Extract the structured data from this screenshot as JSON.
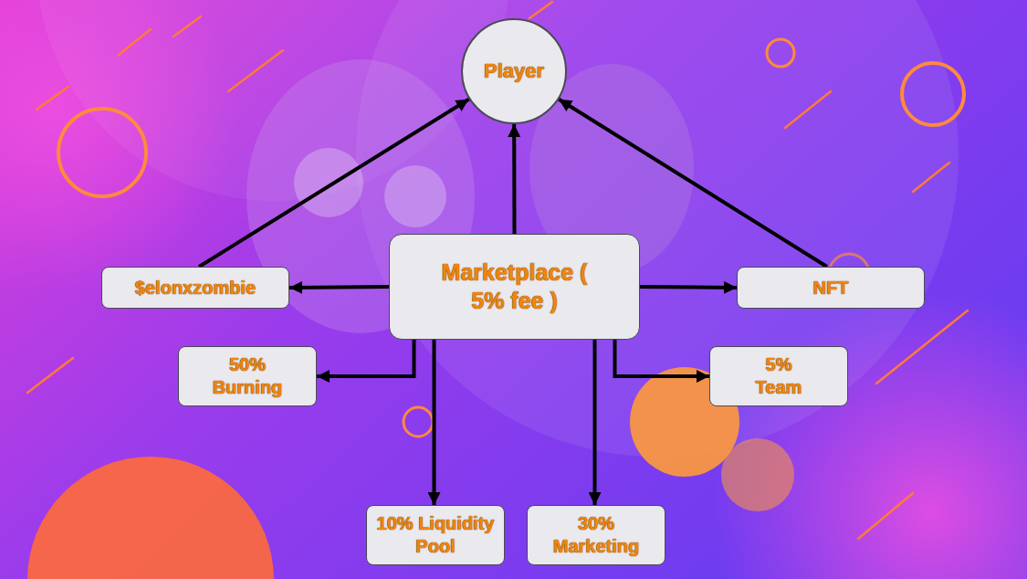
{
  "diagram": {
    "nodes": [
      {
        "text": [
          "Player"
        ]
      },
      {
        "text": [
          "$elonxzombie"
        ]
      },
      {
        "text": [
          "Marketplace ( 5% fee )"
        ]
      },
      {
        "text": [
          "NFT"
        ]
      },
      {
        "text": [
          "50% Burning"
        ]
      },
      {
        "text": [
          "5% Team"
        ]
      },
      {
        "text": [
          "10% Liquidity Pool"
        ]
      },
      {
        "text": [
          "30% Marketing"
        ]
      }
    ],
    "edges": [
      {
        "from": 1,
        "to": 0,
        "arrow": "to"
      },
      {
        "from": 2,
        "to": 0,
        "arrow": "to"
      },
      {
        "from": 3,
        "to": 0,
        "arrow": "to"
      },
      {
        "from": 2,
        "to": 1,
        "arrow": "to"
      },
      {
        "from": 2,
        "to": 3,
        "arrow": "to"
      },
      {
        "from": 2,
        "to": 4,
        "arrow": "to"
      },
      {
        "from": 2,
        "to": 5,
        "arrow": "to"
      },
      {
        "from": 2,
        "to": 6,
        "arrow": "to"
      },
      {
        "from": 2,
        "to": 7,
        "arrow": "to"
      }
    ]
  }
}
